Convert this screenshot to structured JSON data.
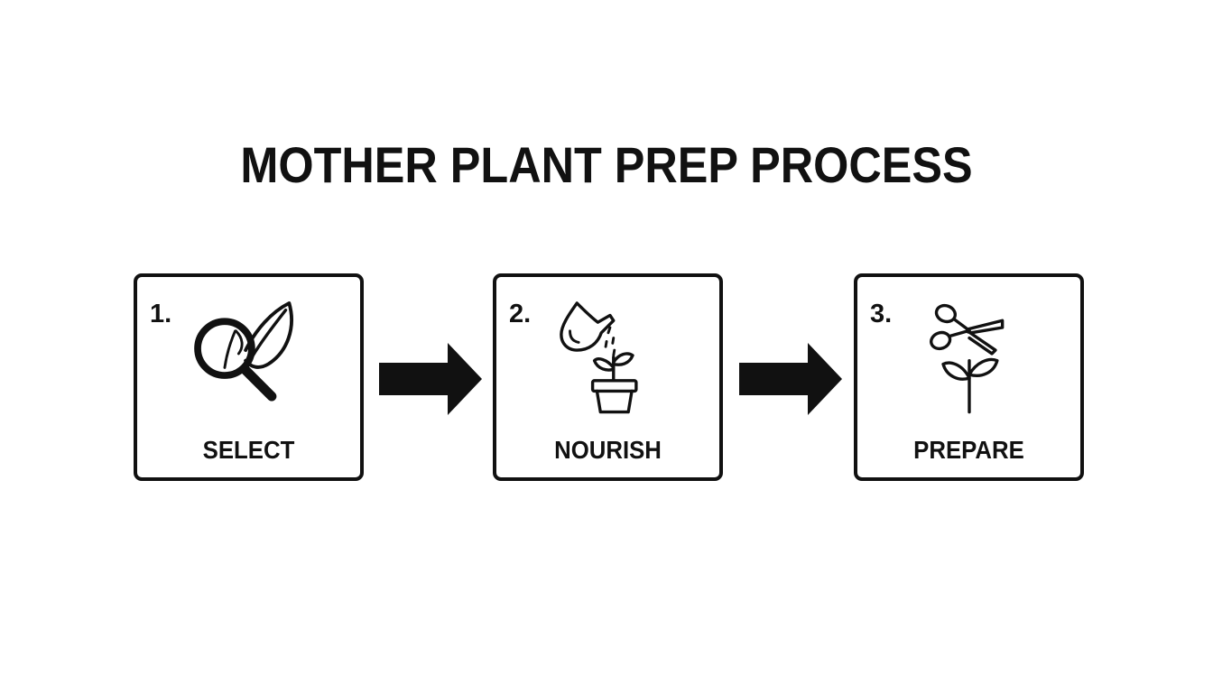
{
  "title": "MOTHER PLANT PREP PROCESS",
  "steps": [
    {
      "number": "1.",
      "label": "SELECT",
      "icon": "magnifier-leaf-icon"
    },
    {
      "number": "2.",
      "label": "NOURISH",
      "icon": "watering-plant-icon"
    },
    {
      "number": "3.",
      "label": "PREPARE",
      "icon": "scissors-plant-icon"
    }
  ],
  "arrow_icon": "right-arrow-icon",
  "colors": {
    "ink": "#111111",
    "background": "#ffffff"
  }
}
